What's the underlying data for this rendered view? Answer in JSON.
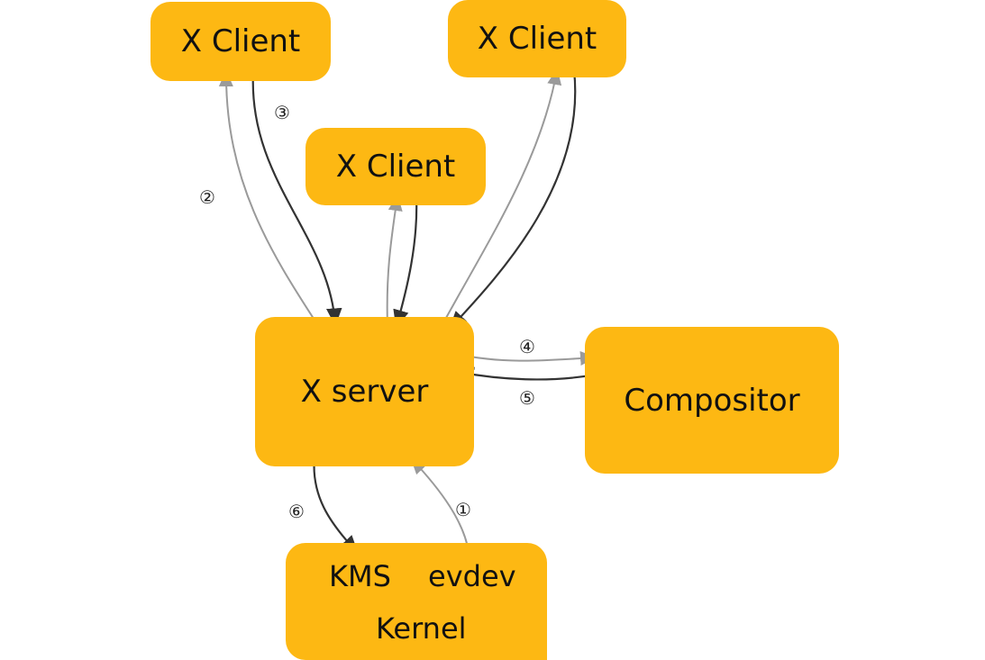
{
  "nodes": {
    "client_a": "X Client",
    "client_b": "X Client",
    "client_c": "X Client",
    "xserver": "X server",
    "compositor": "Compositor",
    "kernel": {
      "kms": "KMS",
      "evdev": "evdev",
      "label": "Kernel"
    }
  },
  "steps": [
    "①",
    "②",
    "③",
    "④",
    "⑤",
    "⑥"
  ],
  "colors": {
    "box": "#FDB813",
    "light_line": "#9a9a9a",
    "dark_line": "#333333"
  }
}
